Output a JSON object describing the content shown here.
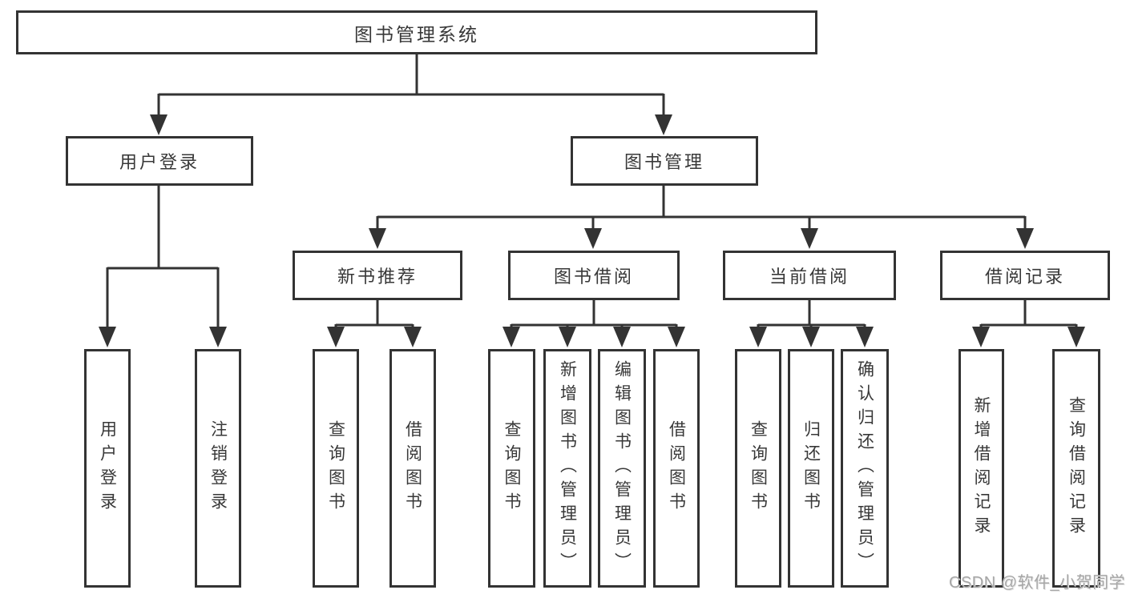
{
  "tree": {
    "root": "图书管理系统",
    "user_login": {
      "label": "用户登录",
      "children": [
        "用户登录",
        "注销登录"
      ]
    },
    "book_management": {
      "label": "图书管理",
      "new_book_recommend": {
        "label": "新书推荐",
        "children": [
          "查询图书",
          "借阅图书"
        ]
      },
      "book_borrow": {
        "label": "图书借阅",
        "children": [
          "查询图书",
          "新增图书（管理员）",
          "编辑图书（管理员）",
          "借阅图书"
        ]
      },
      "current_borrow": {
        "label": "当前借阅",
        "children": [
          "查询图书",
          "归还图书",
          "确认归还（管理员）"
        ]
      },
      "borrow_records": {
        "label": "借阅记录",
        "children": [
          "新增借阅记录",
          "查询借阅记录"
        ]
      }
    }
  },
  "watermark": {
    "text": "CSDN @软件_小贺同学"
  },
  "colors": {
    "line": "#333333",
    "box_border": "#333333",
    "text": "#383838",
    "watermark_gray": "#a6a6a6",
    "background": "#ffffff"
  }
}
